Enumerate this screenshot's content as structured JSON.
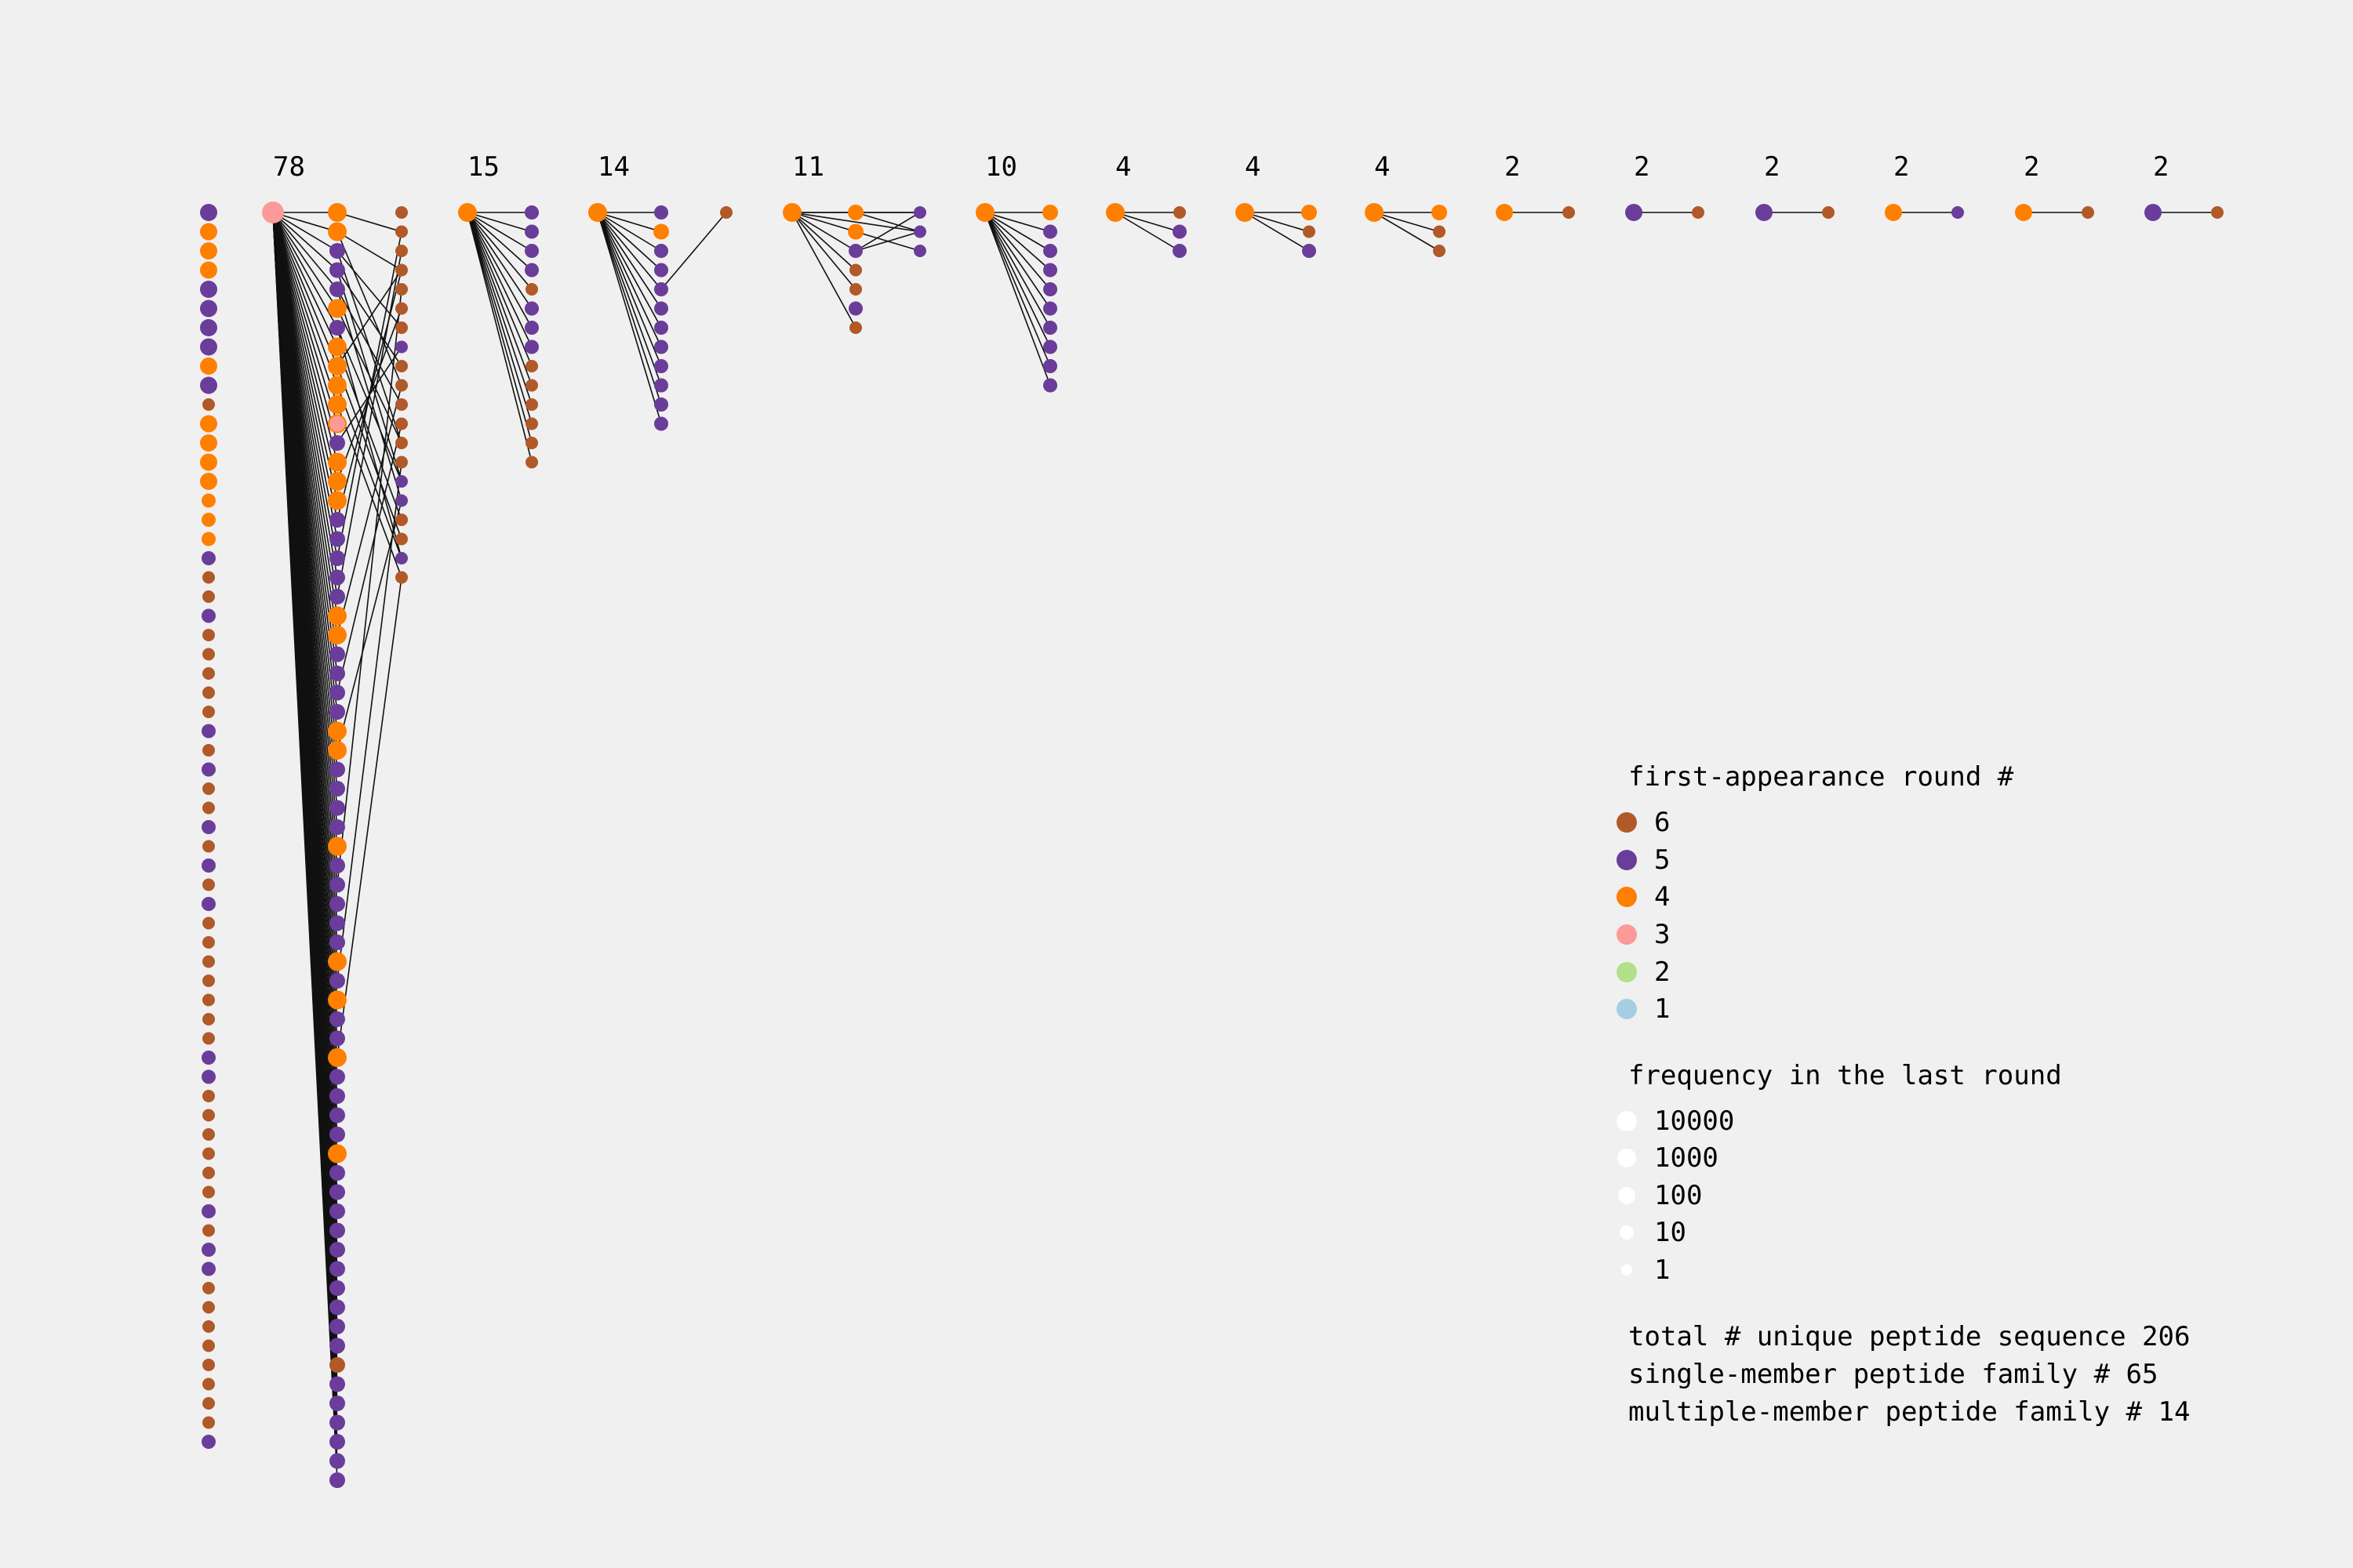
{
  "round_colors": {
    "6": "#b15928",
    "5": "#6a3d9a",
    "4": "#ff7f00",
    "3": "#fb9a99",
    "2": "#b2df8a",
    "1": "#a6cee3"
  },
  "families": [
    {
      "count": "78"
    },
    {
      "count": "15"
    },
    {
      "count": "14"
    },
    {
      "count": "11"
    },
    {
      "count": "10"
    },
    {
      "count": "4"
    },
    {
      "count": "4"
    },
    {
      "count": "4"
    },
    {
      "count": "2"
    },
    {
      "count": "2"
    },
    {
      "count": "2"
    },
    {
      "count": "2"
    },
    {
      "count": "2"
    },
    {
      "count": "2"
    }
  ],
  "legend": {
    "round_title": "first-appearance round #",
    "rounds": [
      {
        "label": "6",
        "color": "#b15928"
      },
      {
        "label": "5",
        "color": "#6a3d9a"
      },
      {
        "label": "4",
        "color": "#ff7f00"
      },
      {
        "label": "3",
        "color": "#fb9a99"
      },
      {
        "label": "2",
        "color": "#b2df8a"
      },
      {
        "label": "1",
        "color": "#a6cee3"
      }
    ],
    "freq_title": "frequency in the last round",
    "frequencies": [
      "10000",
      "1000",
      "100",
      "10",
      "1"
    ]
  },
  "summary": {
    "total": "total # unique peptide sequence 206",
    "single": "single-member peptide family # 65",
    "multiple": "multiple-member peptide family # 14"
  }
}
